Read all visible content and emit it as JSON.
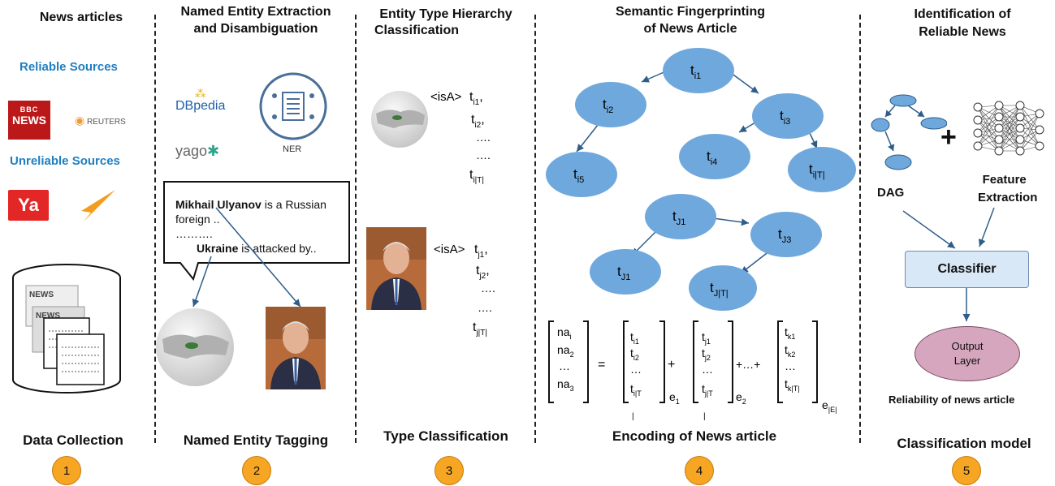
{
  "col1": {
    "title": "News articles",
    "reliable_head": "Reliable Sources",
    "reliable_sources": [
      "BBC NEWS",
      "REUTERS"
    ],
    "unreliable_head": "Unreliable Sources",
    "unreliable_sources": [
      "Ya"
    ],
    "bottom": "Data Collection",
    "step": "1"
  },
  "col2": {
    "title_l1": "Named Entity Extraction",
    "title_l2": "and Disambiguation",
    "kb1": "DBpedia",
    "kb2": "yago",
    "ner": "NER",
    "text_line1_bold": "Mikhail Ulyanov",
    "text_line1_rest": " is a Russian",
    "text_line2": "foreign ..",
    "text_line3": "……….",
    "text_line4_bold": "Ukraine",
    "text_line4_rest": " is attacked by..",
    "bottom": "Named Entity Tagging",
    "step": "2"
  },
  "col3": {
    "title_l1": "Entity Type Hierarchy",
    "title_l2": "Classification",
    "isa": "<isA>",
    "bottom": "Type Classification",
    "step": "3"
  },
  "col4": {
    "title_l1": "Semantic Fingerprinting",
    "title_l2": "of News Article",
    "bottom": "Encoding of News article",
    "step": "4"
  },
  "col5": {
    "title_l1": "Identification of",
    "title_l2": "Reliable News",
    "dag": "DAG",
    "feat_l1": "Feature",
    "feat_l2": "Extraction",
    "classifier": "Classifier",
    "output_l1": "Output",
    "output_l2": "Layer",
    "reliability": "Reliability of news article",
    "bottom": "Classification model",
    "step": "5"
  },
  "colors": {
    "node": "#6fa8dc",
    "step": "#f6a623",
    "classifier": "#d9e8f6",
    "output": "#d5a6bd",
    "arrow": "#2f5d8a"
  }
}
